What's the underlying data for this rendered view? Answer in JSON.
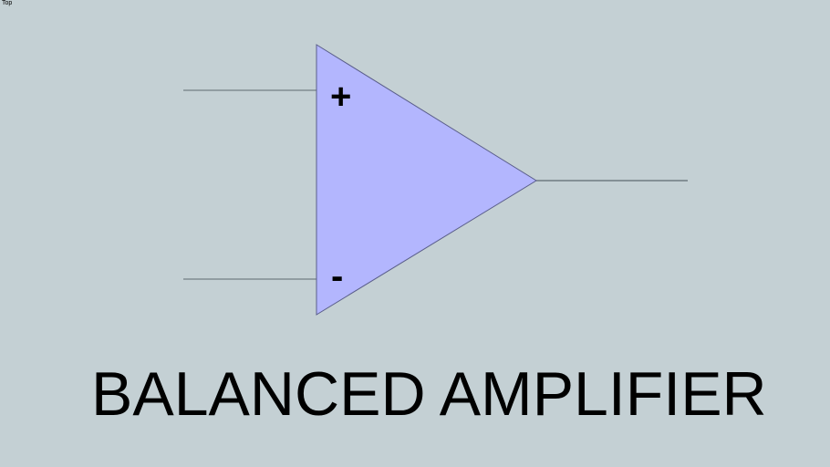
{
  "viewport": {
    "view_label": "Top"
  },
  "diagram": {
    "type": "op-amp symbol",
    "colors": {
      "background": "#c4d0d4",
      "triangle_fill": "#b3b6fe",
      "triangle_stroke": "#5a5e8a",
      "wire": "#5e6a70"
    },
    "inputs": {
      "non_inverting_label": "+",
      "inverting_label": "-"
    },
    "title": "BALANCED AMPLIFIER"
  }
}
